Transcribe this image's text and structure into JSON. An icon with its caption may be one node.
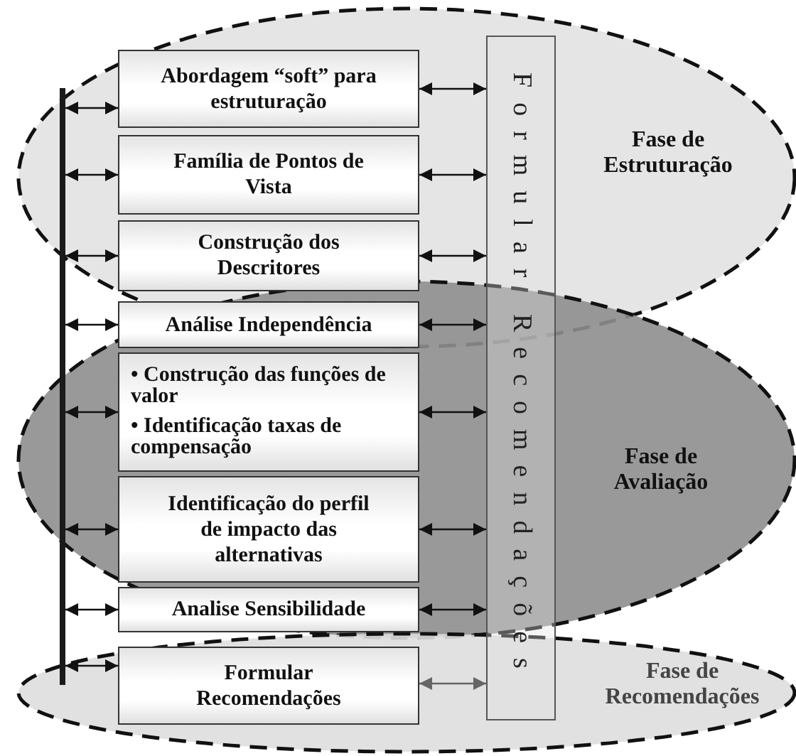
{
  "diagram": {
    "nodes": [
      {
        "text": [
          "Abordagem “soft” para estruturação"
        ]
      },
      {
        "text": [
          "Família de Pontos de Vista"
        ]
      },
      {
        "text": [
          "Construção dos Descritores"
        ]
      },
      {
        "text": [
          "Análise Independência"
        ]
      },
      {
        "text": [
          "• Construção das funções de valor",
          "• Identificação taxas de compensação"
        ]
      },
      {
        "text": [
          "Identificação do perfil de impacto das alternativas"
        ]
      },
      {
        "text": [
          "Analise Sensibilidade"
        ]
      },
      {
        "text": [
          "Formular Recomendações"
        ]
      },
      {
        "text": [
          "Formular Recomendações"
        ]
      },
      {
        "text": [],
        "shape": "bar"
      }
    ],
    "edges": [
      {
        "from": 9,
        "to": 0,
        "arrow": "both"
      },
      {
        "from": 0,
        "to": 8,
        "arrow": "both"
      },
      {
        "from": 9,
        "to": 1,
        "arrow": "both"
      },
      {
        "from": 1,
        "to": 8,
        "arrow": "both"
      },
      {
        "from": 9,
        "to": 2,
        "arrow": "both"
      },
      {
        "from": 2,
        "to": 8,
        "arrow": "both"
      },
      {
        "from": 9,
        "to": 3,
        "arrow": "both"
      },
      {
        "from": 3,
        "to": 8,
        "arrow": "both"
      },
      {
        "from": 9,
        "to": 4,
        "arrow": "both"
      },
      {
        "from": 4,
        "to": 8,
        "arrow": "both"
      },
      {
        "from": 9,
        "to": 5,
        "arrow": "both"
      },
      {
        "from": 5,
        "to": 8,
        "arrow": "both"
      },
      {
        "from": 9,
        "to": 6,
        "arrow": "both"
      },
      {
        "from": 6,
        "to": 8,
        "arrow": "both"
      },
      {
        "from": 9,
        "to": 7,
        "arrow": "both"
      },
      {
        "from": 7,
        "to": 8,
        "arrow": "both",
        "color": "#666666"
      }
    ],
    "labels": [
      "Fase de Estruturação",
      "Fase de Avaliação",
      "Fase de Recomendações"
    ]
  }
}
